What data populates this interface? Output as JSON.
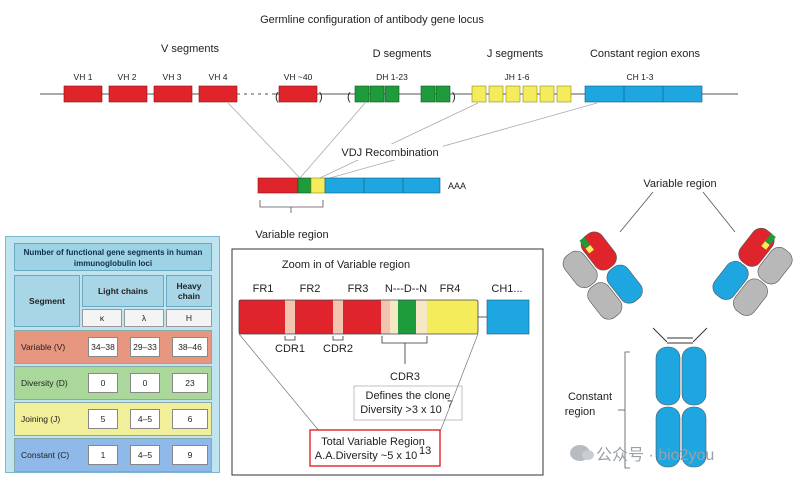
{
  "title": "Germline configuration of antibody gene locus",
  "labels": {
    "v_segments": "V segments",
    "d_segments": "D segments",
    "j_segments": "J segments",
    "c_exons": "Constant region exons",
    "vh1": "VH 1",
    "vh2": "VH 2",
    "vh3": "VH 3",
    "vh4": "VH 4",
    "vh40": "VH ~40",
    "dh": "DH 1-23",
    "jh": "JH 1-6",
    "ch": "CH 1-3",
    "vdj": "VDJ Recombination",
    "aaa": "AAA",
    "variable_region": "Variable region",
    "zoom_title": "Zoom in of Variable region",
    "fr1": "FR1",
    "fr2": "FR2",
    "fr3": "FR3",
    "ndn": "N---D--N",
    "fr4": "FR4",
    "ch1": "CH1...",
    "cdr1": "CDR1",
    "cdr2": "CDR2",
    "cdr3": "CDR3",
    "clone_line1": "Defines the clone",
    "clone_line2": "Diversity >3 x 10",
    "clone_exp": "7",
    "total_line1": "Total Variable Region",
    "total_line2": "A.A.Diversity ~5 x 10",
    "total_exp": "13",
    "ab_variable": "Variable region",
    "ab_constant_1": "Constant",
    "ab_constant_2": "region"
  },
  "table": {
    "title": "Number of functional gene segments in human immunoglobulin loci",
    "segment_header": "Segment",
    "light_header": "Light chains",
    "heavy_header": "Heavy chain",
    "sub_k": "κ",
    "sub_l": "λ",
    "sub_h": "H",
    "rows": [
      {
        "label": "Variable (V)",
        "k": "34–38",
        "l": "29–33",
        "h": "38–46",
        "color": "#e7967f"
      },
      {
        "label": "Diversity (D)",
        "k": "0",
        "l": "0",
        "h": "23",
        "color": "#a9d89a"
      },
      {
        "label": "Joining (J)",
        "k": "5",
        "l": "4–5",
        "h": "6",
        "color": "#f1ef9a"
      },
      {
        "label": "Constant (C)",
        "k": "1",
        "l": "4–5",
        "h": "9",
        "color": "#8fb9e8"
      }
    ]
  },
  "colors": {
    "v": "#e0242c",
    "d": "#1e9b3a",
    "j": "#f4ec5a",
    "c": "#1ea6e0",
    "cdr": "#f3c4b0",
    "grey": "#b8b8b8"
  },
  "watermark": "公众号 · bio2you"
}
